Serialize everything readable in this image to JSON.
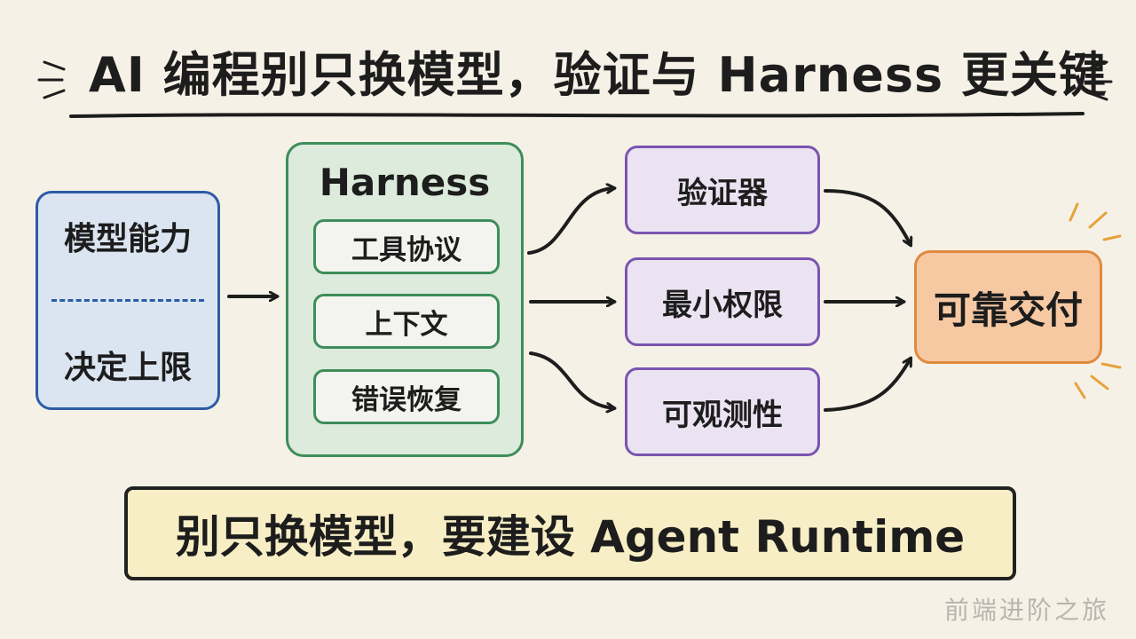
{
  "title": "AI 编程别只换模型，验证与 Harness 更关键",
  "capability": {
    "top_label": "模型能力",
    "bottom_label": "决定上限"
  },
  "harness": {
    "title": "Harness",
    "items": [
      "工具协议",
      "上下文",
      "错误恢复"
    ]
  },
  "checks": [
    "验证器",
    "最小权限",
    "可观测性"
  ],
  "outcome": "可靠交付",
  "banner": "别只换模型，要建设 Agent Runtime",
  "watermark": "前端进阶之旅",
  "colors": {
    "background": "#f6f1e6",
    "capability_fill": "#dbe5f1",
    "capability_border": "#2c5ca6",
    "harness_fill": "#dcebdb",
    "harness_border": "#3d8d5a",
    "check_fill": "#ebe3f2",
    "check_border": "#7a55b0",
    "outcome_fill": "#f7c9a3",
    "outcome_border": "#e08a3f",
    "banner_fill": "#f8eec5"
  }
}
